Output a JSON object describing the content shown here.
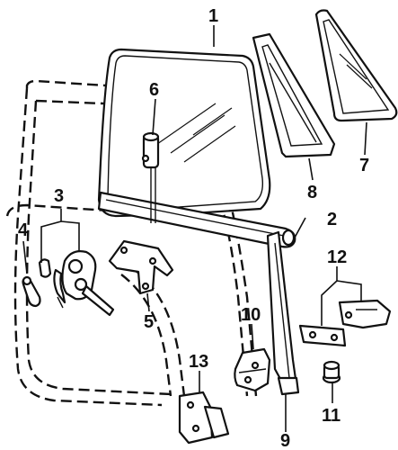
{
  "callouts": [
    {
      "id": 1,
      "text": "1",
      "part": "door-glass"
    },
    {
      "id": 2,
      "text": "2",
      "part": "glass-run-channel"
    },
    {
      "id": 3,
      "text": "3",
      "part": "regulator"
    },
    {
      "id": 4,
      "text": "4",
      "part": "window-crank-handle"
    },
    {
      "id": 5,
      "text": "5",
      "part": "regulator-bracket"
    },
    {
      "id": 6,
      "text": "6",
      "part": "lift-stud"
    },
    {
      "id": 7,
      "text": "7",
      "part": "vent-glass"
    },
    {
      "id": 8,
      "text": "8",
      "part": "vent-frame-seal"
    },
    {
      "id": 9,
      "text": "9",
      "part": "division-channel"
    },
    {
      "id": 10,
      "text": "10",
      "part": "lock-actuator"
    },
    {
      "id": 11,
      "text": "11",
      "part": "grommet"
    },
    {
      "id": 12,
      "text": "12",
      "part": "latch-assembly"
    },
    {
      "id": 13,
      "text": "13",
      "part": "door-hinge"
    }
  ],
  "colors": {
    "ink": "#111111",
    "background": "#ffffff"
  }
}
